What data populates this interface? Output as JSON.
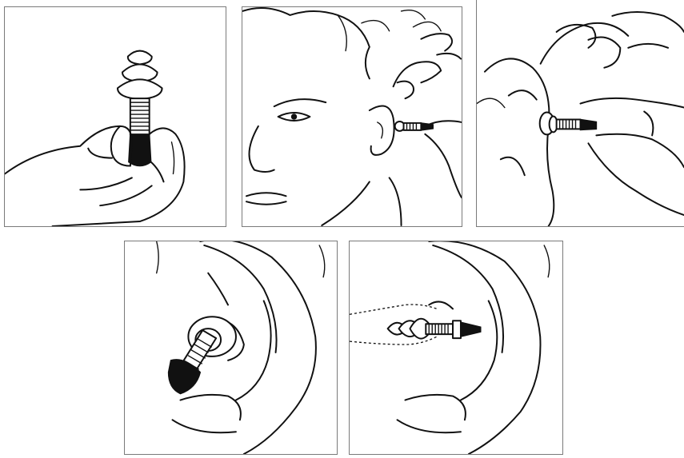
{
  "figure": {
    "steps": [
      {
        "description": "hold-earplug-by-stem"
      },
      {
        "description": "pull-ear-up-and-back-insert"
      },
      {
        "description": "push-earplug-into-ear-canal"
      },
      {
        "description": "earplug-seated-view"
      },
      {
        "description": "earplug-in-canal-cutaway"
      }
    ]
  },
  "colors": {
    "ink": "#111111",
    "panel_border": "#7a7a7a",
    "background": "#ffffff"
  }
}
